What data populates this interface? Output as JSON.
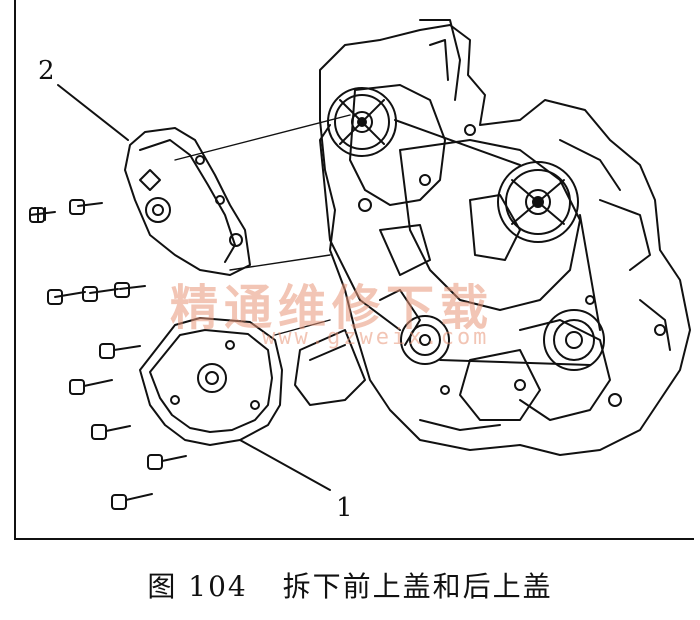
{
  "figure": {
    "callouts": {
      "part_2": "2",
      "part_1": "1"
    },
    "watermark": {
      "text": "精通维修下载",
      "url": "www.gzweix.com"
    },
    "caption": {
      "number": "图 104",
      "text": "拆下前上盖和后上盖"
    }
  }
}
